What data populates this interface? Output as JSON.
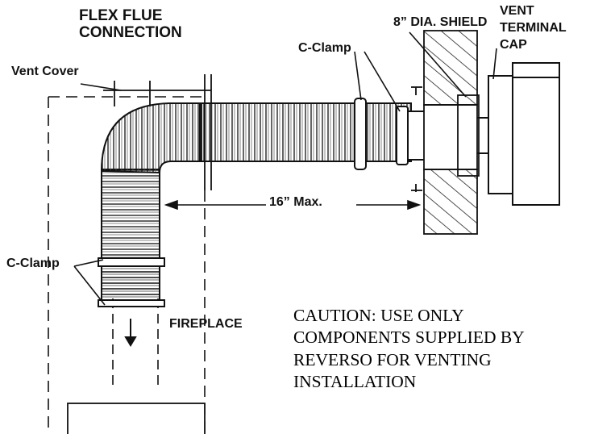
{
  "labels": {
    "flex_flue": [
      "FLEX FLUE",
      "CONNECTION"
    ],
    "vent_cover": "Vent Cover",
    "shield": "8” DIA. SHIELD",
    "vent_terminal_cap": [
      "VENT",
      "TERMINAL",
      "CAP"
    ],
    "c_clamp_top": "C-Clamp",
    "c_clamp_left": "C-Clamp",
    "max_distance": "16” Max.",
    "fireplace": "FIREPLACE"
  },
  "caution": [
    "CAUTION: USE ONLY",
    "COMPONENTS SUPPLIED BY",
    "REVERSO FOR VENTING",
    "INSTALLATION"
  ]
}
